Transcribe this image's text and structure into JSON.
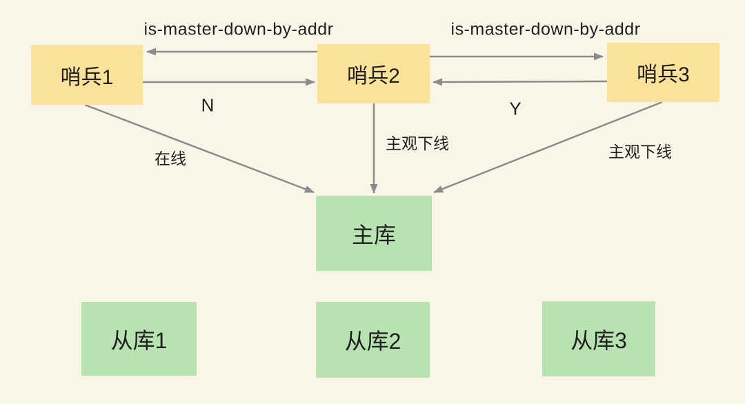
{
  "colors": {
    "background": "#f9f6e8",
    "sentinel_fill": "#fbe29a",
    "db_fill": "#b9e2b2",
    "arrow": "#8b8b8b",
    "text": "#1f1f1f"
  },
  "diagram": {
    "type": "flow-diagram",
    "topic": "Redis sentinel subjective-down detection",
    "nodes": {
      "sentinel1": {
        "label": "哨兵1"
      },
      "sentinel2": {
        "label": "哨兵2"
      },
      "sentinel3": {
        "label": "哨兵3"
      },
      "master": {
        "label": "主库"
      },
      "slave1": {
        "label": "从库1"
      },
      "slave2": {
        "label": "从库2"
      },
      "slave3": {
        "label": "从库3"
      }
    },
    "edges": [
      {
        "from": "sentinel2",
        "to": "sentinel1",
        "label": "is-master-down-by-addr"
      },
      {
        "from": "sentinel1",
        "to": "sentinel2",
        "label": "N"
      },
      {
        "from": "sentinel2",
        "to": "sentinel3",
        "label": "is-master-down-by-addr"
      },
      {
        "from": "sentinel3",
        "to": "sentinel2",
        "label": "Y"
      },
      {
        "from": "sentinel1",
        "to": "master",
        "label": "在线"
      },
      {
        "from": "sentinel2",
        "to": "master",
        "label": "主观下线"
      },
      {
        "from": "sentinel3",
        "to": "master",
        "label": "主观下线"
      }
    ]
  }
}
